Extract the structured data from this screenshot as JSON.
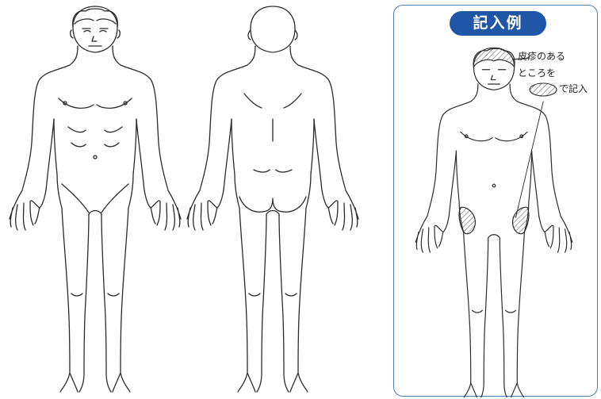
{
  "figures": [
    {
      "view": "front"
    },
    {
      "view": "back"
    }
  ],
  "example_panel": {
    "title": "記入例",
    "note_line1": "皮疹のある",
    "note_line2": "ところを",
    "note_line3": "で記入"
  },
  "colors": {
    "line": "#2b2b2b",
    "panel_border": "#4a7fb8",
    "title_bg": "#1f57a6",
    "title_text": "#ffffff",
    "hatch": "#555555"
  }
}
